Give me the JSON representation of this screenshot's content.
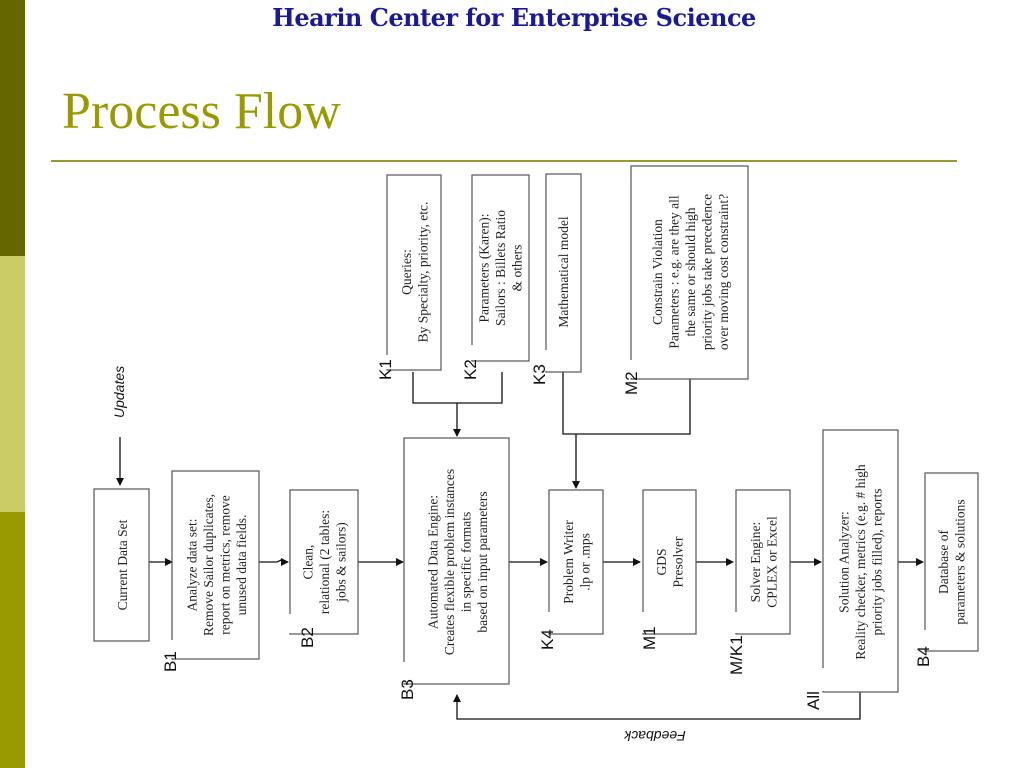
{
  "header": {
    "org_name": "Hearin Center for Enterprise Science"
  },
  "slide": {
    "title": "Process Flow"
  },
  "theme": {
    "accent": "#999900",
    "sidebar_colors": [
      "#666600",
      "#cccc66",
      "#999900"
    ],
    "header_color": "#1a1a99"
  },
  "diagram": {
    "nodes": [
      {
        "id": "current-data-set",
        "tag": "",
        "lines": [
          "Current Data Set"
        ]
      },
      {
        "id": "analyze-data-set",
        "tag": "B1",
        "lines": [
          "Analyze data set:",
          "Remove Sailor duplicates,",
          "report on metrics, remove",
          "unused data fields."
        ]
      },
      {
        "id": "clean-relational",
        "tag": "B2",
        "lines": [
          "Clean,",
          "relational (2 tables:",
          "jobs & sailors)"
        ]
      },
      {
        "id": "automated-data-engine",
        "tag": "B3",
        "lines": [
          "Automated Data Engine:",
          "Creates flexible problem instances",
          "in specific formats",
          "based on input parameters"
        ]
      },
      {
        "id": "problem-writer",
        "tag": "K4",
        "lines": [
          "Problem Writer",
          ".lp or .mps"
        ]
      },
      {
        "id": "gds-presolver",
        "tag": "M1",
        "lines": [
          "GDS",
          "Presolver"
        ]
      },
      {
        "id": "solver-engine",
        "tag": "M/K1",
        "lines": [
          "Solver Engine:",
          "CPLEX or Excel"
        ]
      },
      {
        "id": "solution-analyzer",
        "tag": "All",
        "lines": [
          "Solution Analyzer:",
          "Reality checker, metrics  (e.g. # high",
          "priority jobs filled), reports"
        ]
      },
      {
        "id": "database",
        "tag": "B4",
        "lines": [
          "Database of",
          "parameters & solutions"
        ]
      },
      {
        "id": "queries",
        "tag": "K1",
        "lines": [
          "Queries:",
          "By Specialty, priority, etc."
        ]
      },
      {
        "id": "parameters-karen",
        "tag": "K2",
        "lines": [
          "Parameters (Karen):",
          "Sailors : Billets Ratio",
          "& others"
        ]
      },
      {
        "id": "mathematical-model",
        "tag": "K3",
        "lines": [
          "Mathematical model"
        ]
      },
      {
        "id": "constrain-violation",
        "tag": "M2",
        "lines": [
          "Constrain Violation",
          "Parameters : e.g. are they all",
          "the same or should high",
          "priority jobs take precedence",
          "over moving cost constraint?"
        ]
      }
    ],
    "annotations": {
      "updates": "Updates",
      "feedback": "Feedback"
    }
  }
}
